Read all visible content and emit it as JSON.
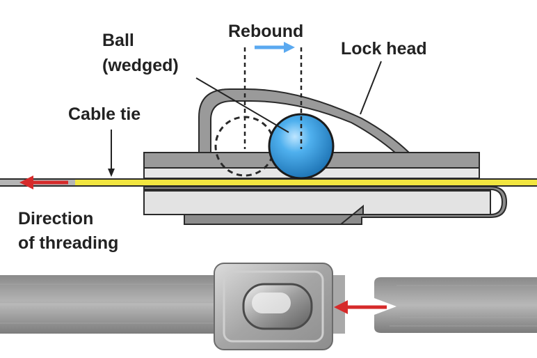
{
  "labels": {
    "rebound": "Rebound",
    "ball_line1": "Ball",
    "ball_line2": "(wedged)",
    "lock_head": "Lock head",
    "cable_tie": "Cable tie",
    "direction_line1": "Direction",
    "direction_line2": "of threading"
  },
  "icons": {
    "rebound_arrow": "arrow-right-icon",
    "threading_arrow": "arrow-left-icon",
    "photo_arrow": "arrow-left-icon"
  },
  "colors": {
    "ball": "#2e9ce0",
    "tie_yellow": "#f2e640",
    "arrow_red": "#d62a2a",
    "rebound_blue": "#5aa9f0",
    "steel_gray": "#9a9a9a",
    "outline": "#2a2a2a"
  }
}
